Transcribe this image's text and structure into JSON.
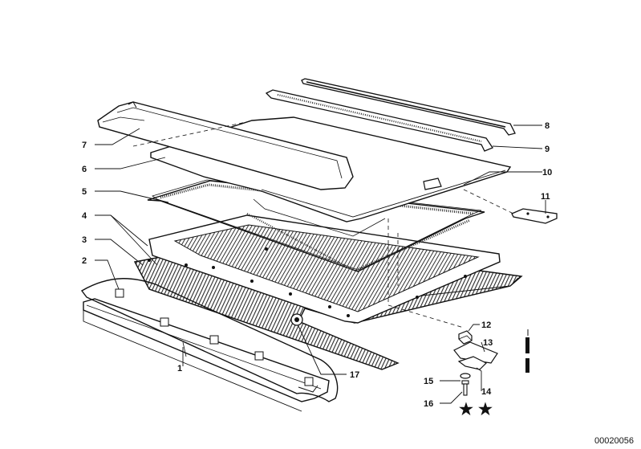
{
  "diagram": {
    "callouts": [
      "1",
      "2",
      "3",
      "4",
      "5",
      "6",
      "7",
      "8",
      "9",
      "10",
      "11",
      "12",
      "13",
      "14",
      "15",
      "16",
      "17"
    ],
    "reference_number": "00020056",
    "star_marks": [
      "★",
      "★"
    ],
    "colors": {
      "ink": "#111111",
      "paper": "#ffffff",
      "hatch": "#2a2a2a"
    }
  }
}
